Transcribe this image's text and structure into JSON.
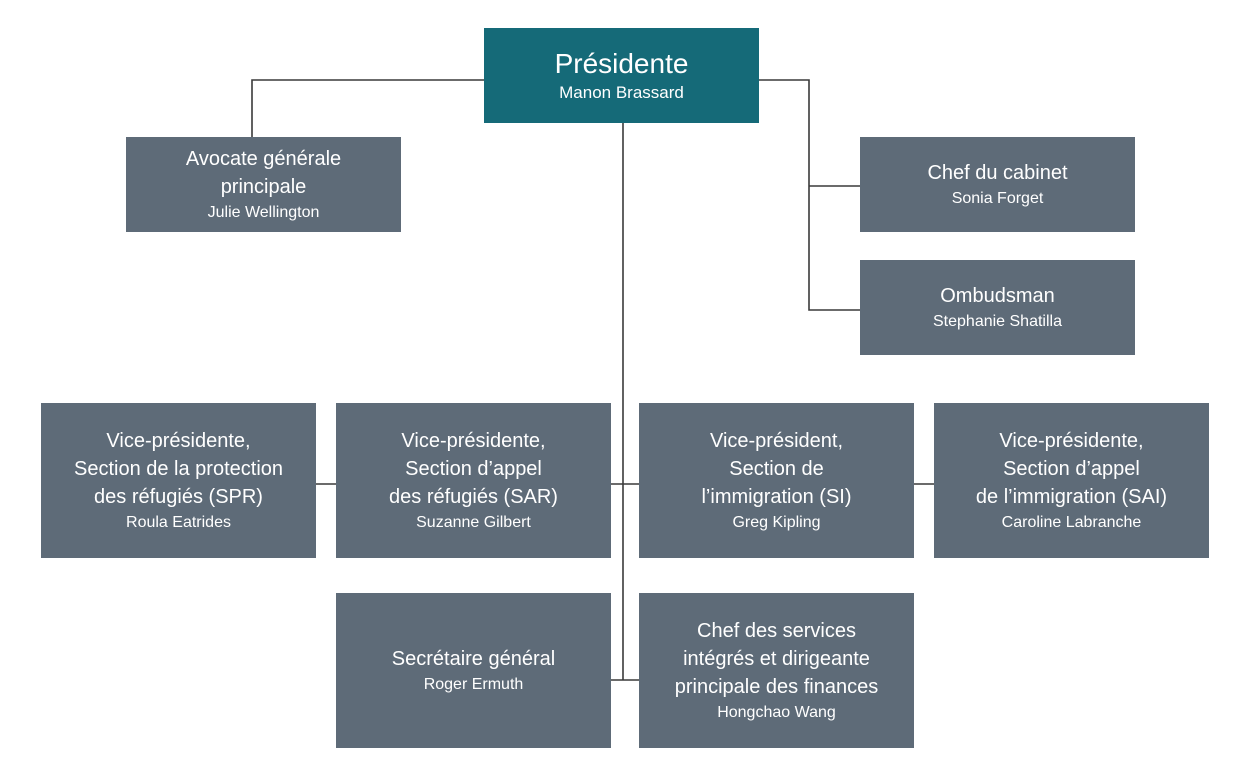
{
  "org_chart": {
    "president": {
      "title_lines": [
        "Présidente"
      ],
      "name": "Manon Brassard"
    },
    "avocate": {
      "title_lines": [
        "Avocate générale",
        "principale"
      ],
      "name": "Julie Wellington"
    },
    "cabinet": {
      "title_lines": [
        "Chef du cabinet"
      ],
      "name": "Sonia Forget"
    },
    "ombudsman": {
      "title_lines": [
        "Ombudsman"
      ],
      "name": "Stephanie Shatilla"
    },
    "spr": {
      "title_lines": [
        "Vice-présidente,",
        "Section de la protection",
        "des réfugiés (SPR)"
      ],
      "name": "Roula Eatrides"
    },
    "sar": {
      "title_lines": [
        "Vice-présidente,",
        "Section d’appel",
        "des réfugiés (SAR)"
      ],
      "name": "Suzanne Gilbert"
    },
    "si": {
      "title_lines": [
        "Vice-président,",
        "Section de",
        "l’immigration (SI)"
      ],
      "name": "Greg Kipling"
    },
    "sai": {
      "title_lines": [
        "Vice-présidente,",
        "Section d’appel",
        "de l’immigration (SAI)"
      ],
      "name": "Caroline Labranche"
    },
    "secgen": {
      "title_lines": [
        "Secrétaire général"
      ],
      "name": "Roger Ermuth"
    },
    "finance": {
      "title_lines": [
        "Chef des services",
        "intégrés et dirigeante",
        "principale des finances"
      ],
      "name": "Hongchao Wang"
    }
  },
  "colors": {
    "executive_box": "#156a78",
    "unit_box": "#5e6b78",
    "connector": "#3a3a3a",
    "text": "#ffffff"
  }
}
